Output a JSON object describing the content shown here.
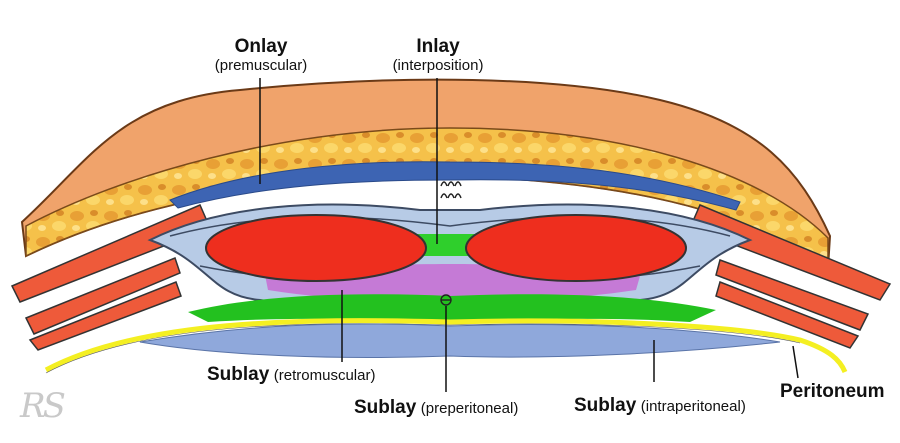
{
  "labels": {
    "onlay": {
      "main": "Onlay",
      "sub": "(premuscular)"
    },
    "inlay": {
      "main": "Inlay",
      "sub": "(interposition)"
    },
    "sublay_retromuscular": {
      "main": "Sublay",
      "sub": "(retromuscular)"
    },
    "sublay_preperitoneal": {
      "main": "Sublay",
      "sub": "(preperitoneal)"
    },
    "sublay_intraperitoneal": {
      "main": "Sublay",
      "sub": "(intraperitoneal)"
    },
    "peritoneum": {
      "main": "Peritoneum"
    }
  },
  "signature": "RS",
  "colors": {
    "skin": "#f0a36b",
    "skin_outline": "#6b3a17",
    "fat": "#f5c14a",
    "fascia": "#b7cbe6",
    "fascia_outline": "#3d4b63",
    "muscle": "#ee2e1e",
    "onlay_mesh": "#3d64b3",
    "inlay_mesh": "#2fcf2c",
    "retromuscular_mesh": "#c57ad6",
    "preperitoneal_mesh": "#23c11f",
    "peritoneum": "#f4ef22",
    "intraperitoneal_mesh": "#8fa8db"
  },
  "icons": [
    "suture-icon"
  ]
}
